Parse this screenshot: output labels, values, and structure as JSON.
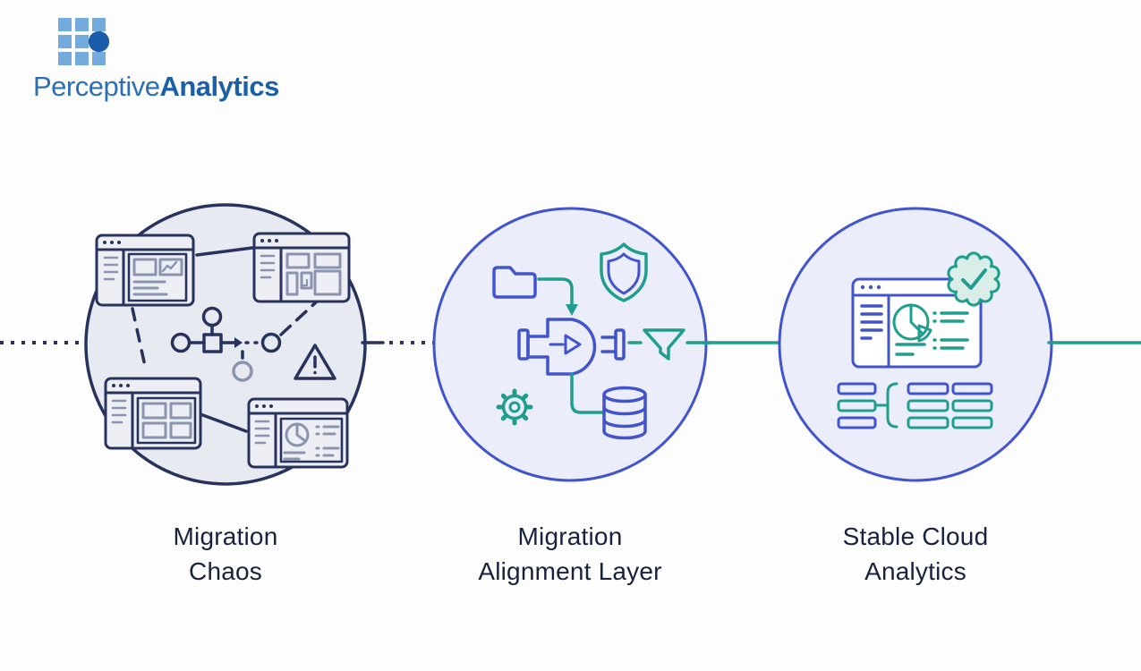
{
  "logo": {
    "brand_regular": "Perceptive",
    "brand_bold": "Analytics"
  },
  "theme": {
    "navy": "#27335D",
    "blue": "#4154CD",
    "teal": "#1F9E8E",
    "gray": "#8B94AE",
    "label": "#18213E",
    "stage1-fill": "#E8EAF1",
    "stage23-fill": "#EBEEFA",
    "window-fill": "#EDEFF5",
    "badge-fill": "#D9EEE8",
    "logo-square": "#73ABDC",
    "logo-dot": "#1A5CA9",
    "logo-text": "#2C70B3",
    "logo-text-bold": "#1C5FA9"
  },
  "stages": [
    {
      "label_line1": "Migration",
      "label_line2": "Chaos",
      "icons": [
        "browser-window-chart-icon",
        "browser-window-widgets-icon",
        "browser-window-cards-icon",
        "browser-window-report-icon",
        "broken-flowchart-icon",
        "warning-triangle-icon"
      ]
    },
    {
      "label_line1": "Migration",
      "label_line2": "Alignment Layer",
      "icons": [
        "folder-icon",
        "shield-icon",
        "pipeline-valve-icon",
        "funnel-icon",
        "gear-icon",
        "database-icon"
      ]
    },
    {
      "label_line1": "Stable Cloud",
      "label_line2": "Analytics",
      "icons": [
        "analytics-dashboard-icon",
        "verified-badge-icon",
        "mapped-tables-icon"
      ]
    }
  ],
  "connectors": [
    {
      "name": "inbound-dotted-line",
      "style": "dotted",
      "color": "navy"
    },
    {
      "name": "chaos-to-alignment-dotted-arrow",
      "style": "dotted-arrow",
      "color": "navy"
    },
    {
      "name": "alignment-to-stable-line",
      "style": "solid",
      "color": "teal"
    },
    {
      "name": "outbound-line",
      "style": "solid",
      "color": "teal"
    }
  ]
}
